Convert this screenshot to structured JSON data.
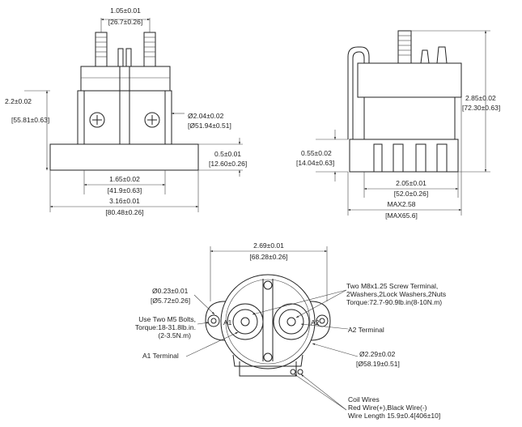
{
  "front_view": {
    "terminal_spacing": "1.05±0.01",
    "terminal_spacing_mm": "[26.7±0.26]",
    "height_left": "2.2±0.02",
    "height_left_mm": "[55.81±0.63]",
    "hole_dia": "Ø2.04±0.02",
    "hole_dia_mm": "[Ø51.94±0.51]",
    "flange_thickness": "0.5±0.01",
    "flange_thickness_mm": "[12.60±0.26]",
    "mount_spacing": "1.65±0.02",
    "mount_spacing_mm": "[41.9±0.63]",
    "overall_width": "3.16±0.01",
    "overall_width_mm": "[80.48±0.26]"
  },
  "side_view": {
    "overall_height": "2.85±0.02",
    "overall_height_mm": "[72.30±0.63]",
    "base_height": "0.55±0.02",
    "base_height_mm": "[14.04±0.63]",
    "body_width": "2.05±0.01",
    "body_width_mm": "[52.0±0.26]",
    "max_width": "MAX2.58",
    "max_width_mm": "[MAX65.6]"
  },
  "top_view": {
    "mount_width": "2.69±0.01",
    "mount_width_mm": "[68.28±0.26]",
    "small_dia": "Ø0.23±0.01",
    "small_dia_mm": "[Ø5.72±0.26]",
    "bolts_line1": "Use Two M5 Bolts,",
    "bolts_line2": "Torque:18-31.8lb.in.",
    "bolts_line3": "(2-3.5N.m)",
    "a1_terminal": "A1 Terminal",
    "a1_label": "A1",
    "a2_label": "A2",
    "a2_terminal": "A2 Terminal",
    "screw_line1": "Two M8x1.25 Screw Terminal,",
    "screw_line2": "2Washers,2Lock Washers,2Nuts",
    "screw_line3": "Torque:72.7-90.9lb.in(8-10N.m)",
    "body_dia": "Ø2.29±0.02",
    "body_dia_mm": "[Ø58.19±0.51]",
    "coil_line1": "Coil Wires",
    "coil_line2": "Red Wire(+),Black Wire(-)",
    "coil_line3": "Wire Length 15.9±0.4[406±10]"
  }
}
